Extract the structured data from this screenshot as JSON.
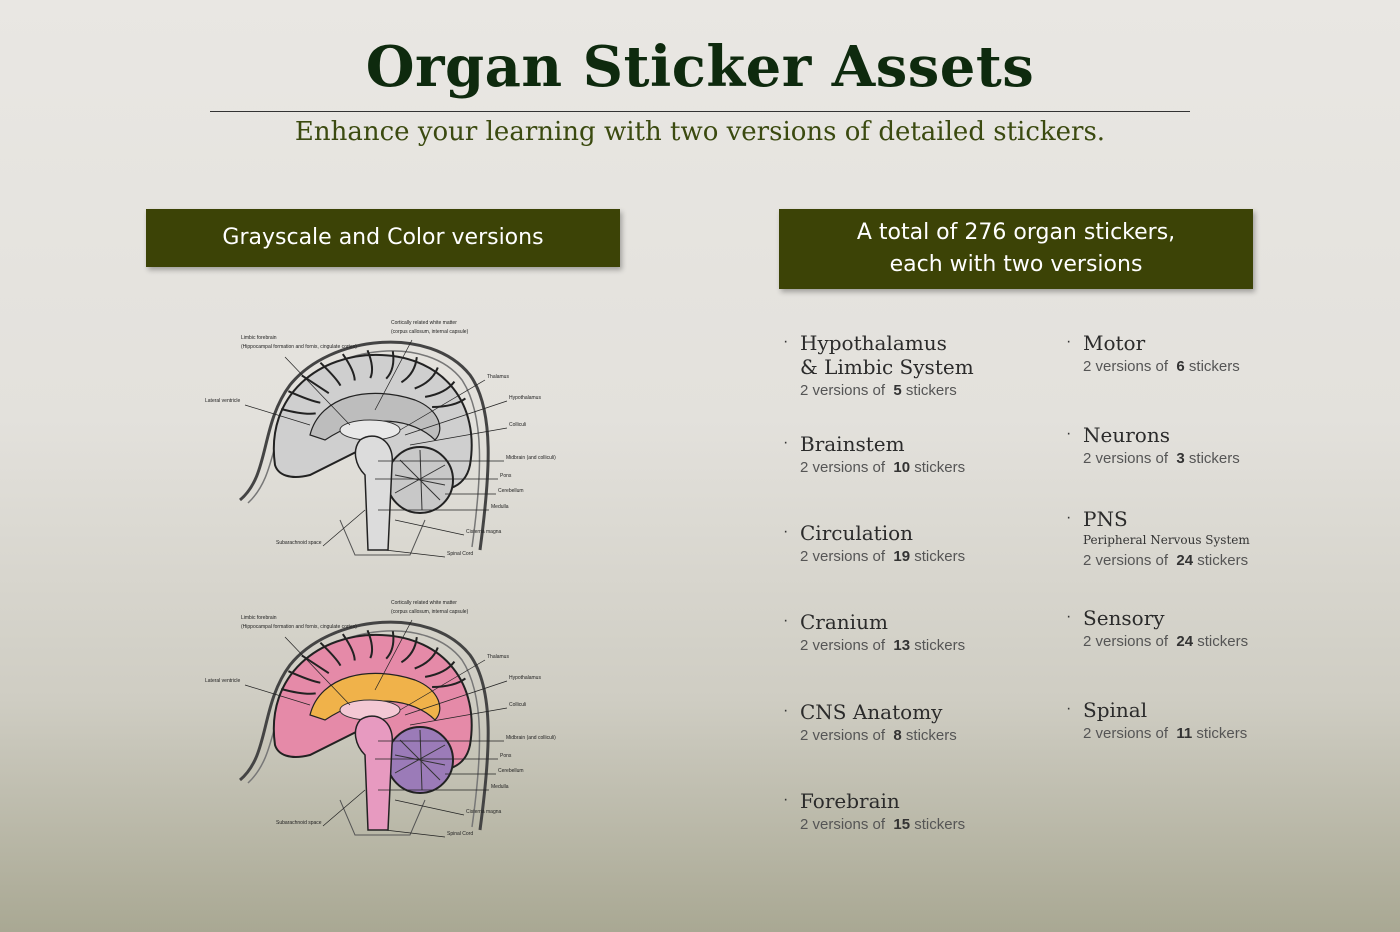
{
  "header": {
    "title": "Organ Sticker Assets",
    "subtitle": "Enhance your learning with two versions of detailed stickers."
  },
  "banners": {
    "left": "Grayscale and Color versions",
    "right_line1": "A total of 276 organ stickers,",
    "right_line2": "each with two versions"
  },
  "brain_labels": [
    "Cortically related white matter",
    "(corpus callosum, internal capsule)",
    "Limbic forebrain",
    "(Hippocampal formation and fornix, cingulate cortex)",
    "Lateral ventricle",
    "Thalamus",
    "Hypothalamus",
    "Colliculi",
    "Midbrain (and colliculi)",
    "Pons",
    "Cerebellum",
    "Medulla",
    "Cisterna magna",
    "Subarachnoid space",
    "Spinal Cord"
  ],
  "colors": {
    "banner": "#3c4306",
    "title": "#0e2a0e",
    "subtitle": "#3b4a10"
  },
  "list": {
    "prefix": "2 versions of",
    "suffix": "stickers",
    "items": [
      {
        "name": "Hypothalamus",
        "name2": "& Limbic System",
        "count": "5"
      },
      {
        "name": "Brainstem",
        "count": "10"
      },
      {
        "name": "Circulation",
        "count": "19"
      },
      {
        "name": "Cranium",
        "count": "13"
      },
      {
        "name": "CNS Anatomy",
        "count": "8"
      },
      {
        "name": "Forebrain",
        "count": "15"
      },
      {
        "name": "Motor",
        "count": "6"
      },
      {
        "name": "Neurons",
        "count": "3"
      },
      {
        "name": "PNS",
        "extra": "Peripheral Nervous System",
        "count": "24"
      },
      {
        "name": "Sensory",
        "count": "24"
      },
      {
        "name": "Spinal",
        "count": "11"
      }
    ]
  }
}
